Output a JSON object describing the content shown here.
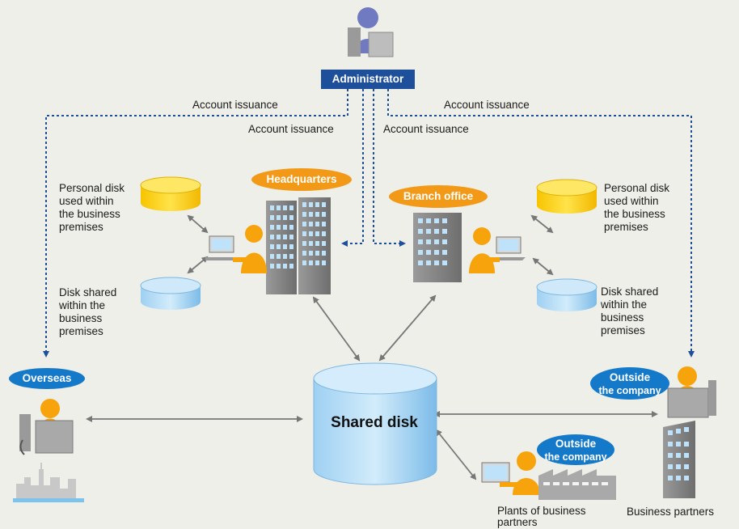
{
  "colors": {
    "background": "#efefe9",
    "admin_box": "#1d4f9a",
    "orange_pill": "#f29a17",
    "blue_pill": "#1479c8",
    "dotted_line": "#1d4f9a",
    "arrow": "#777777",
    "person_orange": "#f7a30b",
    "building": "#8a8a8a",
    "disk_yellow": "#ffd51a",
    "disk_blue": "#6fb3e6"
  },
  "admin": {
    "label": "Administrator"
  },
  "account_issuance": {
    "left_upper": "Account issuance",
    "left_lower": "Account issuance",
    "right_upper": "Account issuance",
    "right_lower": "Account issuance"
  },
  "headquarters": {
    "label": "Headquarters"
  },
  "branch": {
    "label": "Branch office"
  },
  "overseas": {
    "label": "Overseas"
  },
  "outside_right": {
    "line1": "Outside",
    "line2": "the company"
  },
  "outside_bottom": {
    "line1": "Outside",
    "line2": "the company"
  },
  "disks": {
    "personal_left": "Personal disk\nused within\nthe business\npremises",
    "shared_left": "Disk shared\nwithin the\nbusiness\npremises",
    "personal_right": "Personal disk\nused within\nthe business\npremises",
    "shared_right": "Disk shared\nwithin the\nbusiness\npremises"
  },
  "shared_disk": {
    "label": "Shared disk"
  },
  "plants": {
    "label": "Plants of business\npartners"
  },
  "business_partners": {
    "label": "Business partners"
  }
}
